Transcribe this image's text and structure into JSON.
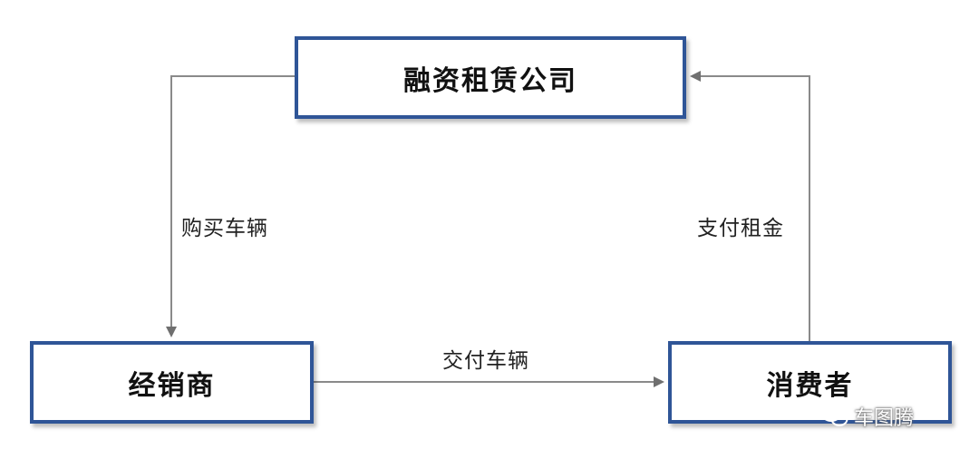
{
  "nodes": {
    "top": "融资租赁公司",
    "left": "经销商",
    "right": "消费者"
  },
  "edges": {
    "buy": "购买车辆",
    "rent": "支付租金",
    "deliver": "交付车辆"
  },
  "watermark": {
    "text": "车图腾",
    "icon": "wechat-icon"
  },
  "colors": {
    "border": "#2f5597",
    "arrow": "#7f7f7f"
  }
}
